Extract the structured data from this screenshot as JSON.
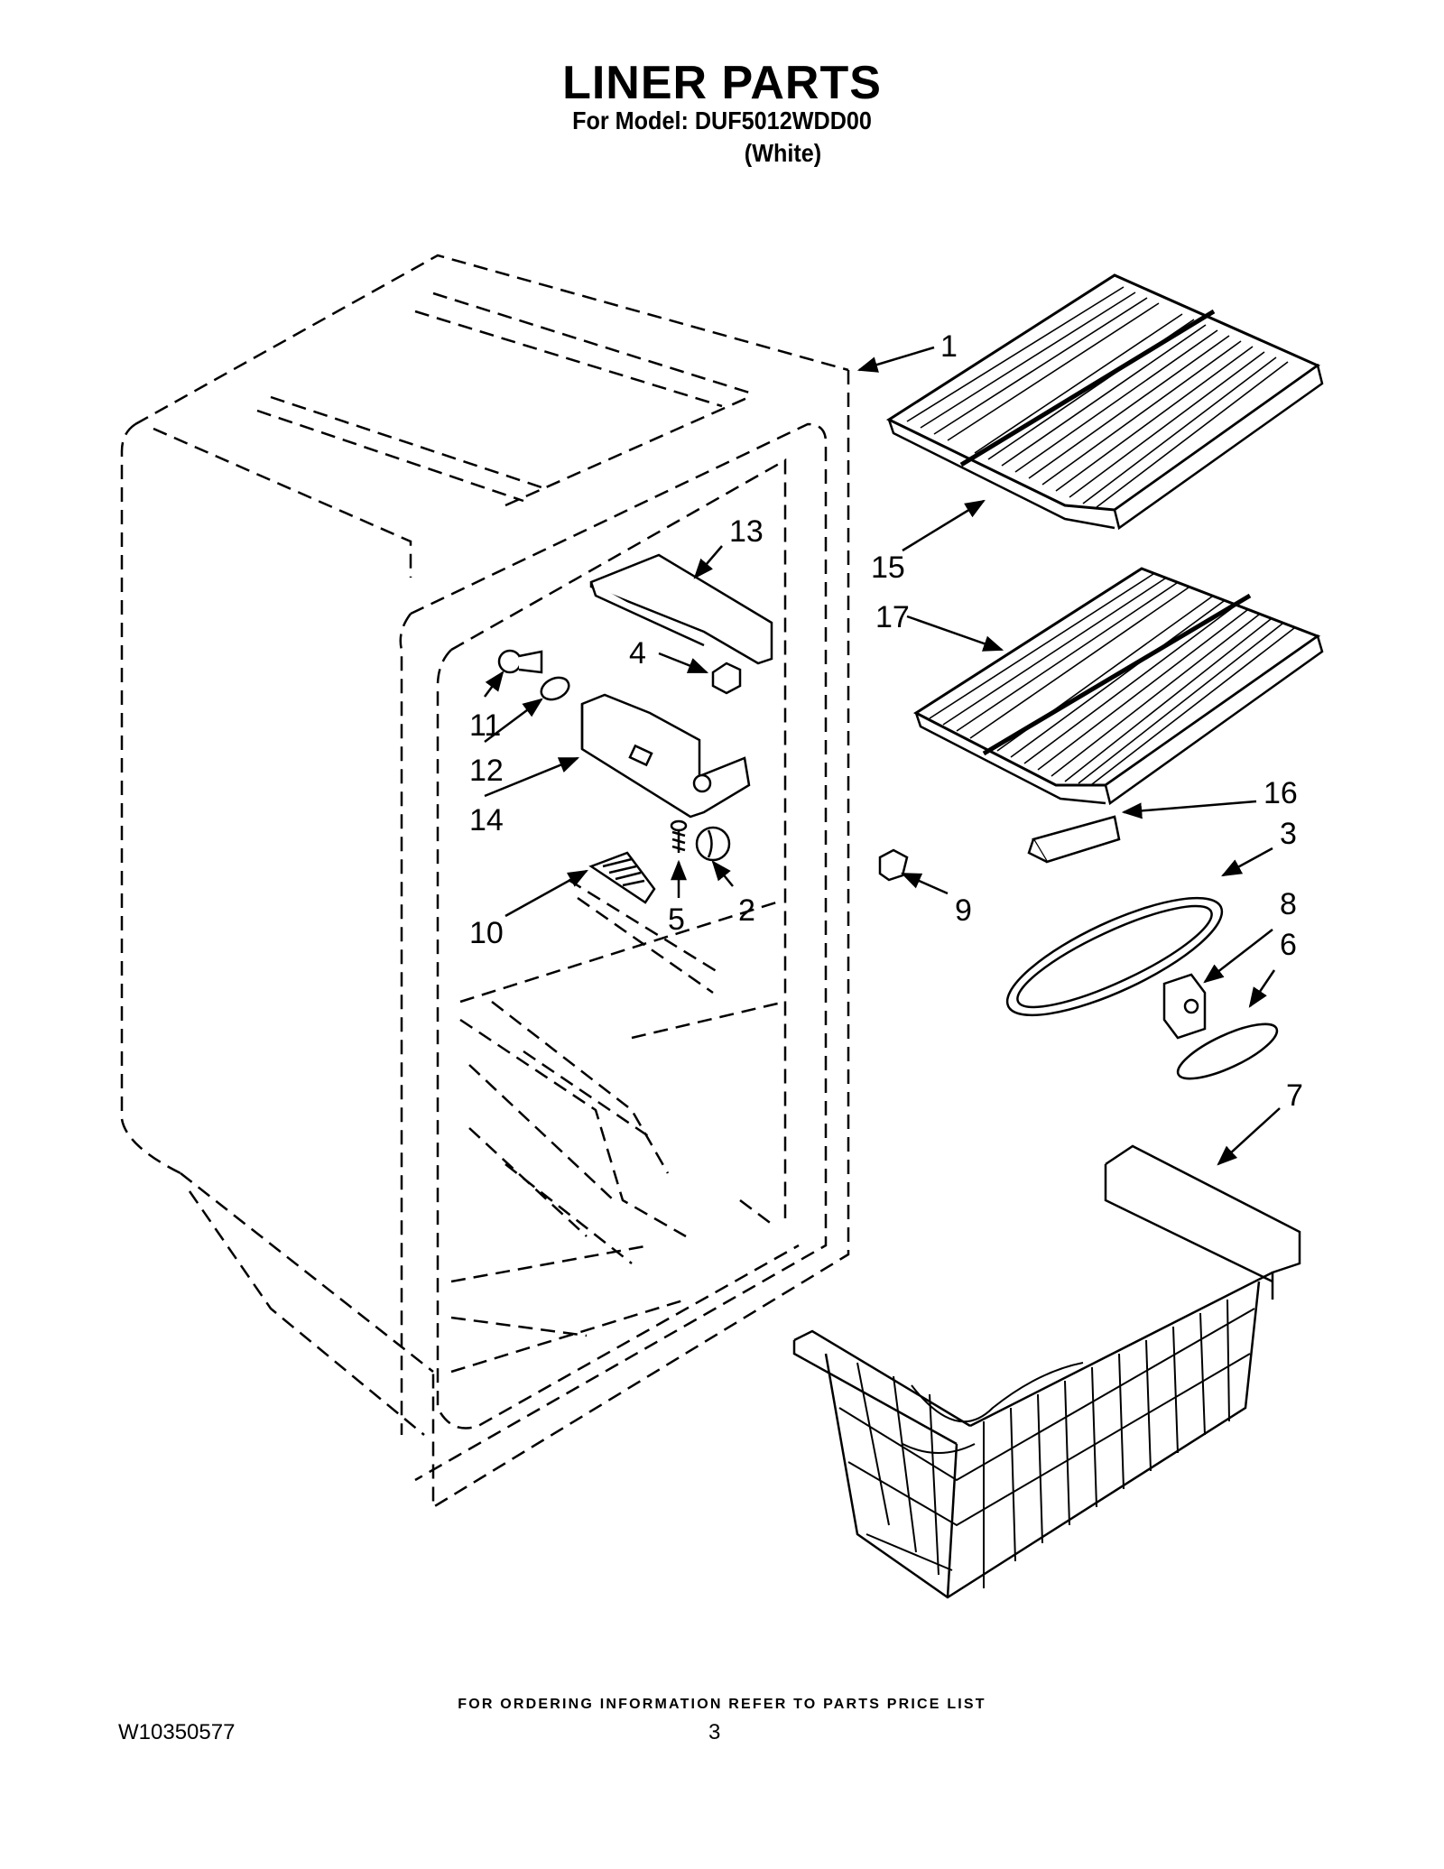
{
  "header": {
    "title": "LINER PARTS",
    "model_line": "For Model: DUF5012WDD00",
    "color_line": "(White)"
  },
  "footer": {
    "note": "FOR ORDERING INFORMATION REFER TO PARTS PRICE LIST",
    "doc_number": "W10350577",
    "page_number": "3"
  },
  "callouts": {
    "c1": "1",
    "c2": "2",
    "c3": "3",
    "c4": "4",
    "c5": "5",
    "c6": "6",
    "c7": "7",
    "c8": "8",
    "c9": "9",
    "c10": "10",
    "c11": "11",
    "c12": "12",
    "c13": "13",
    "c14": "14",
    "c15": "15",
    "c16": "16",
    "c17": "17"
  }
}
